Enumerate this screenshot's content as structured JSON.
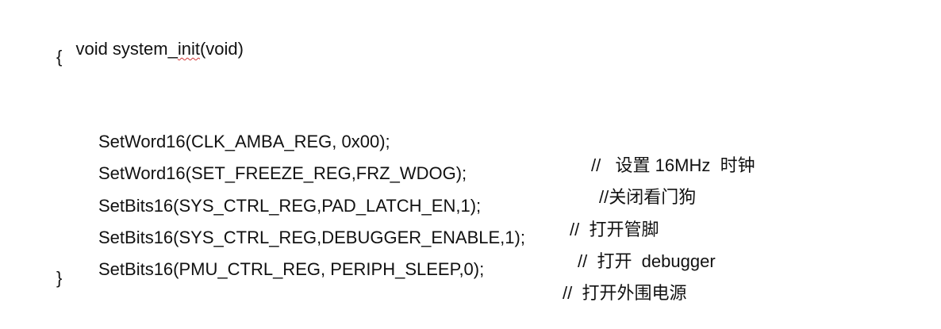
{
  "document": {
    "signature": {
      "prefix": "void system_",
      "misspelled": "init",
      "suffix": "(void)"
    },
    "open_brace": "{",
    "close_brace": "}",
    "statements": [
      {
        "code": "SetWord16(CLK_AMBA_REG, 0x00);",
        "comment": "//   设置 16MHz  时钟"
      },
      {
        "code": "SetWord16(SET_FREEZE_REG,FRZ_WDOG);",
        "comment": "//关闭看门狗"
      },
      {
        "code": "SetBits16(SYS_CTRL_REG,PAD_LATCH_EN,1);",
        "comment": "//  打开管脚"
      },
      {
        "code": "SetBits16(SYS_CTRL_REG,DEBUGGER_ENABLE,1);",
        "comment": "//  打开  debugger"
      },
      {
        "code": "SetBits16(PMU_CTRL_REG, PERIPH_SLEEP,0);",
        "comment": "//  打开外围电源"
      }
    ]
  }
}
